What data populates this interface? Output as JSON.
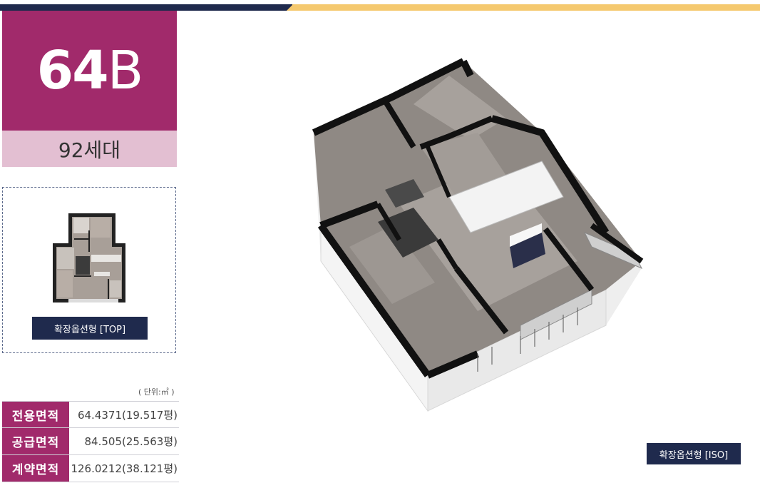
{
  "type_badge": {
    "number": "64",
    "letter": "B"
  },
  "units": "92세대",
  "mini_plan": {
    "label": "확장옵션형 [TOP]"
  },
  "unit_note": "( 단위:㎡ )",
  "areas": [
    {
      "label": "전용면적",
      "value": "64.4371(19.517평)"
    },
    {
      "label": "공급면적",
      "value": "84.505(25.563평)"
    },
    {
      "label": "계약면적",
      "value": "126.0212(38.121평)"
    }
  ],
  "iso_plan": {
    "label": "확장옵션형 [ISO]"
  },
  "colors": {
    "navy": "#1f2a4d",
    "gold": "#f5c96f",
    "magenta": "#a12a6b",
    "pink": "#e3bfd2"
  }
}
